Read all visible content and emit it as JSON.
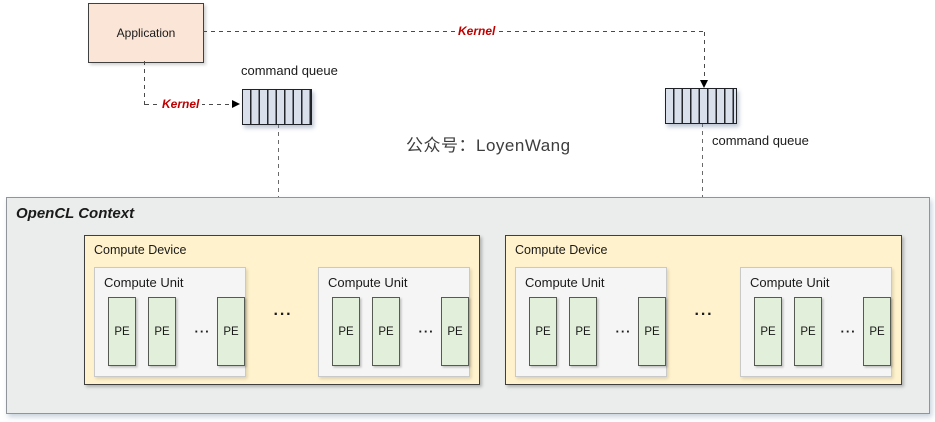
{
  "labels": {
    "application": "Application",
    "kernel": "Kernel",
    "command_queue": "command queue",
    "opencl_context": "OpenCL Context",
    "compute_device": "Compute Device",
    "compute_unit": "Compute Unit",
    "pe": "PE",
    "ellipsis": "···",
    "watermark": "公众号：LoyenWang"
  },
  "colors": {
    "application_fill": "#FBE5D6",
    "command_queue_fill": "#D9DFEB",
    "context_fill": "#EBEDED",
    "device_fill": "#FFF2CC",
    "compute_unit_fill": "#F5F5F5",
    "pe_fill": "#E2EFDA",
    "kernel_text": "#C00000",
    "connector": "#4A4A4A"
  },
  "structure": {
    "devices_shown": 2,
    "compute_units_per_device_shown": 2,
    "pes_per_unit_shown": 3
  }
}
